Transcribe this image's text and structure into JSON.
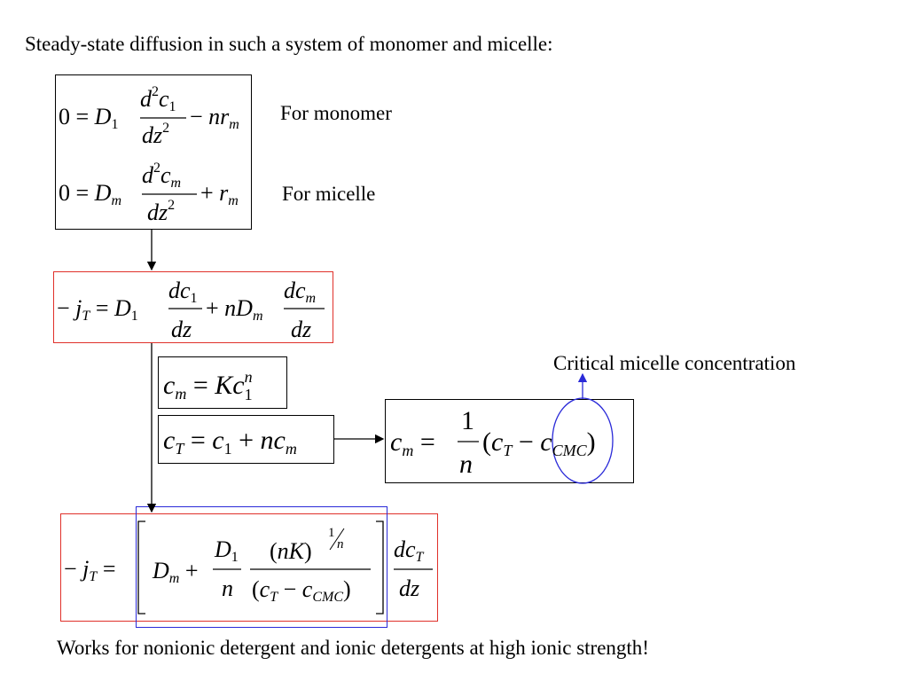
{
  "heading": "Steady-state diffusion in such a system of monomer and micelle:",
  "labels": {
    "monomer": "For monomer",
    "micelle": "For micelle",
    "cmc": "Critical micelle concentration"
  },
  "footer": "Works for  nonionic detergent and ionic detergents at high ionic strength!",
  "colors": {
    "red_box": "#e0302a",
    "blue": "#2a2ad8",
    "black": "#000000"
  }
}
